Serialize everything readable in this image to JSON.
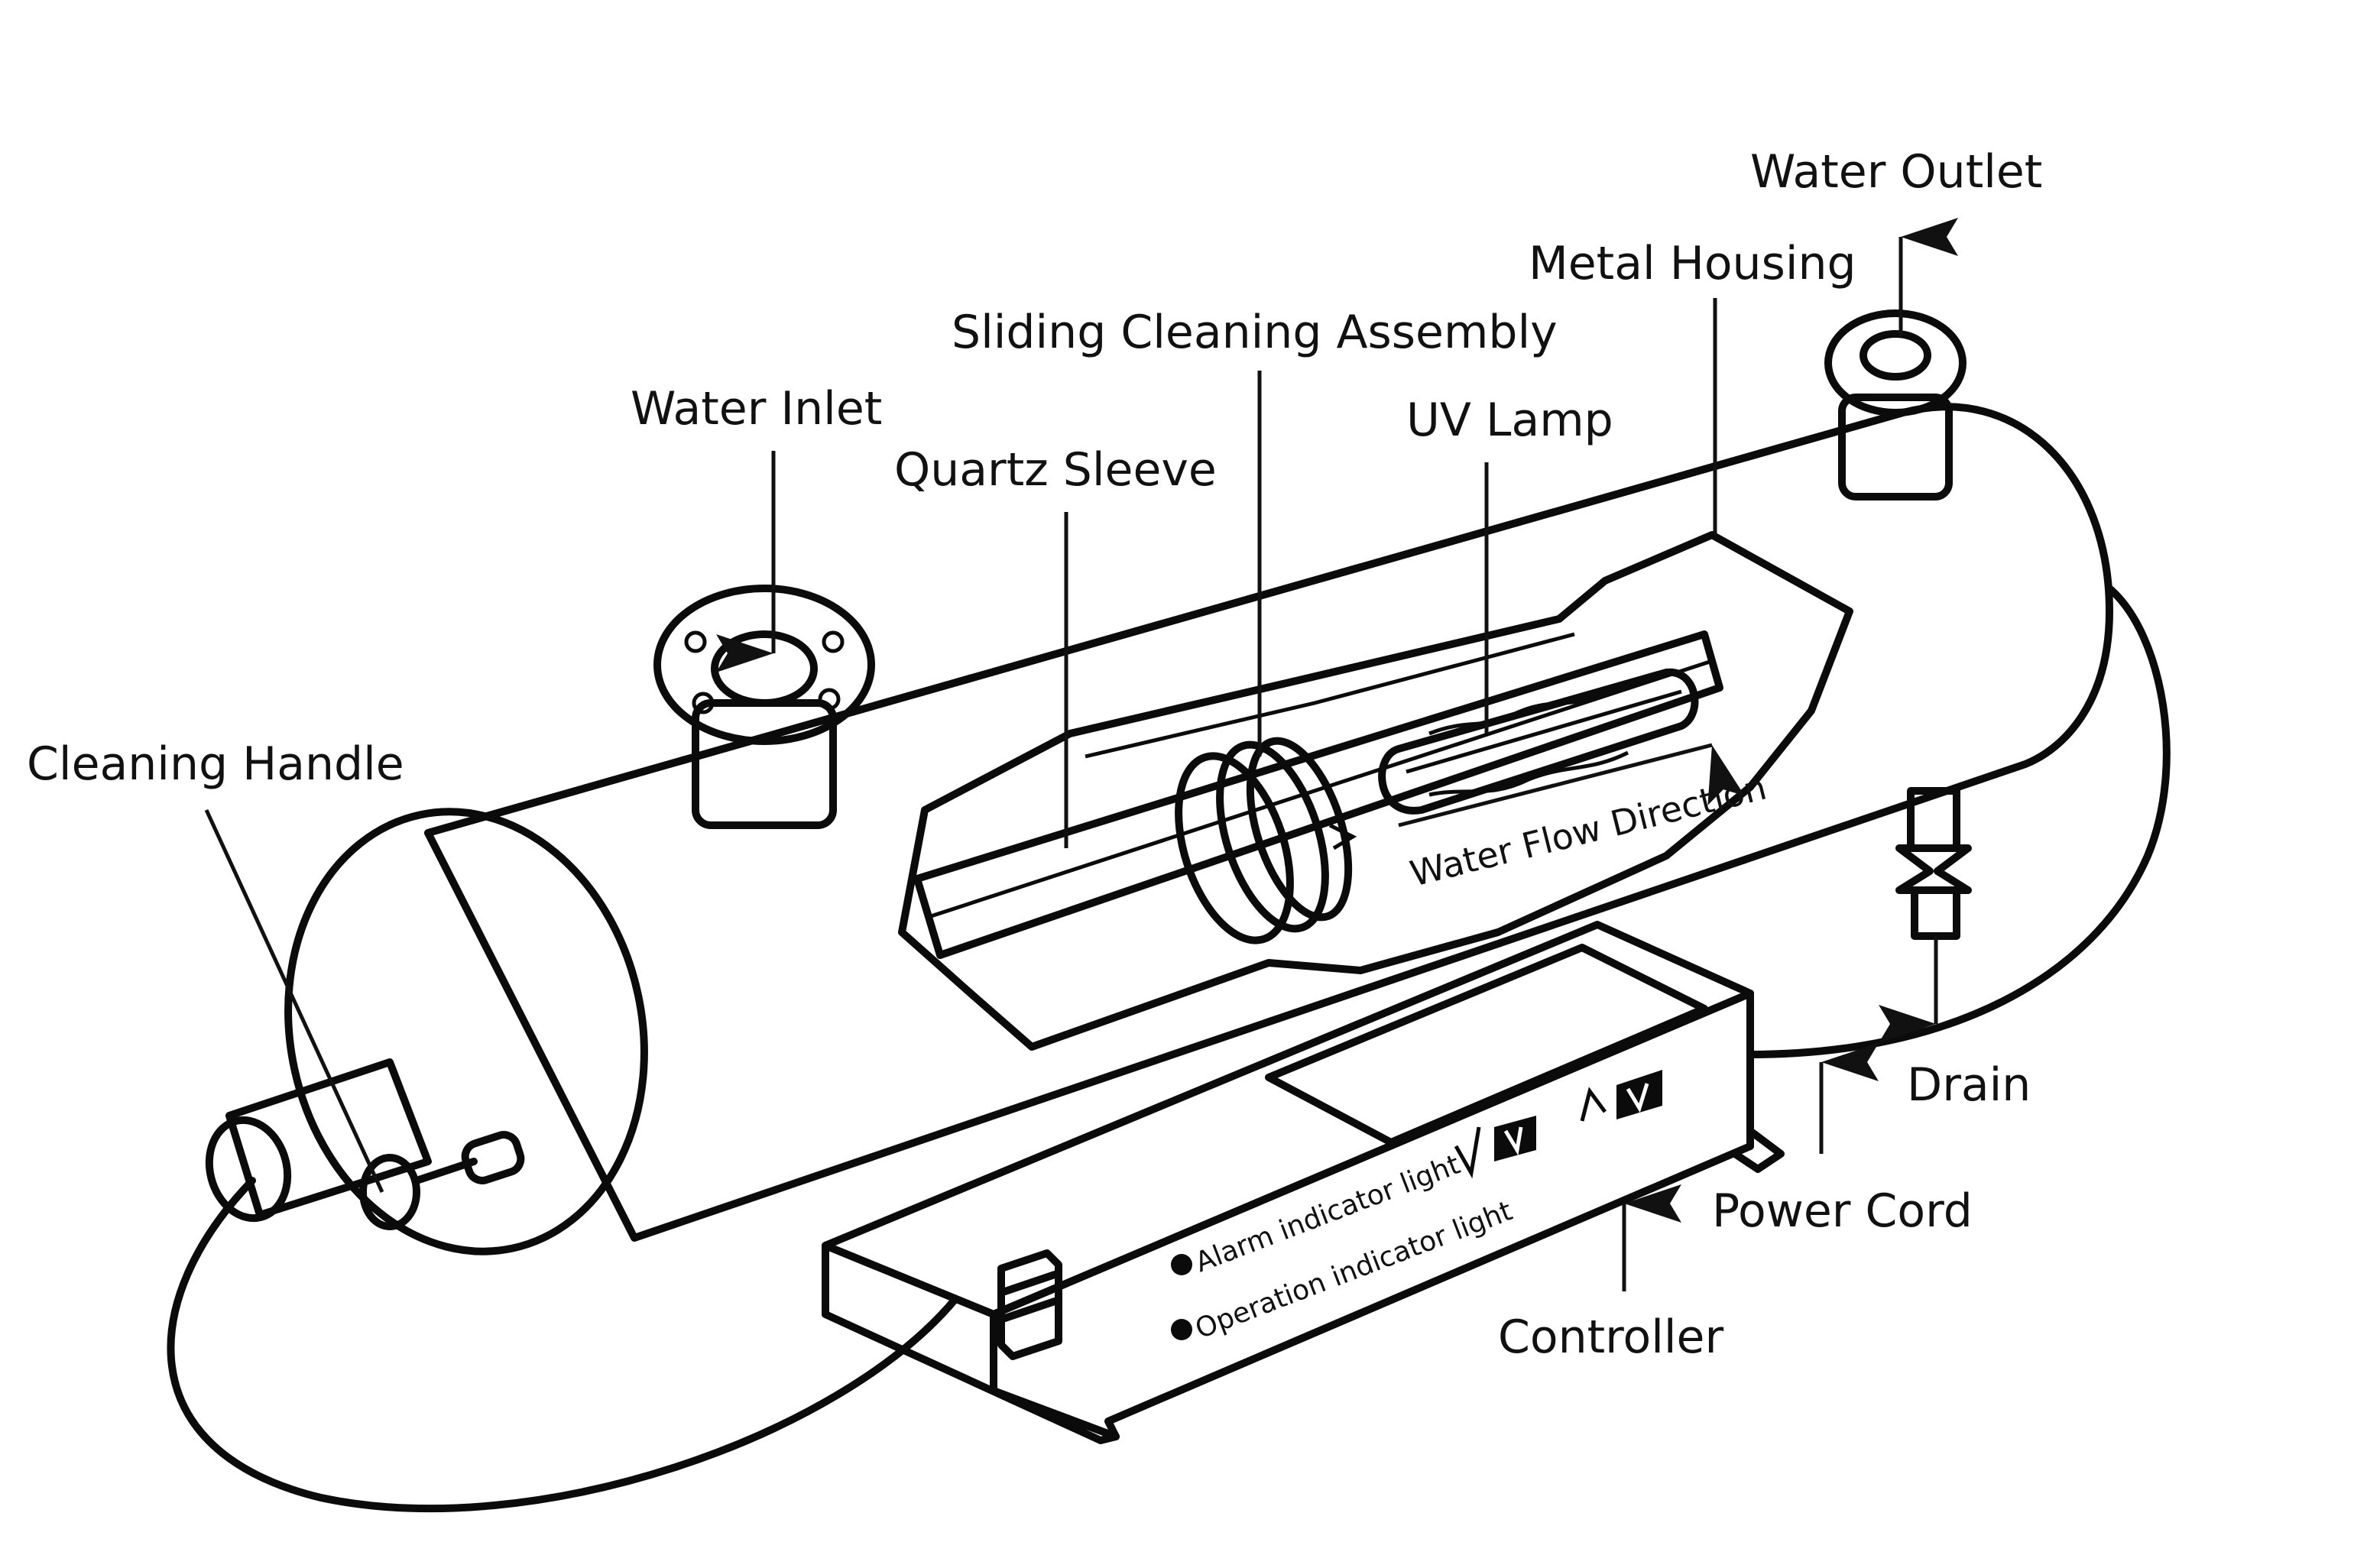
{
  "diagram": {
    "title": "UV Water Sterilizer Cutaway",
    "labels": {
      "water_outlet": "Water Outlet",
      "metal_housing": "Metal Housing",
      "sliding_cleaning_assembly": "Sliding Cleaning Assembly",
      "uv_lamp": "UV Lamp",
      "water_inlet": "Water Inlet",
      "quartz_sleeve": "Quartz Sleeve",
      "cleaning_handle": "Cleaning Handle",
      "water_flow_direction": "Water Flow Direction",
      "drain": "Drain",
      "power_cord": "Power Cord",
      "controller": "Controller"
    },
    "controller_panel": {
      "alarm_light": "Alarm indicator light",
      "operation_light": "Operation indicator light"
    },
    "colors": {
      "outline": "#0b0b0b",
      "metal_light": "#f2f2f2",
      "metal_dark": "#5a5a5a",
      "background": "#ffffff"
    }
  }
}
